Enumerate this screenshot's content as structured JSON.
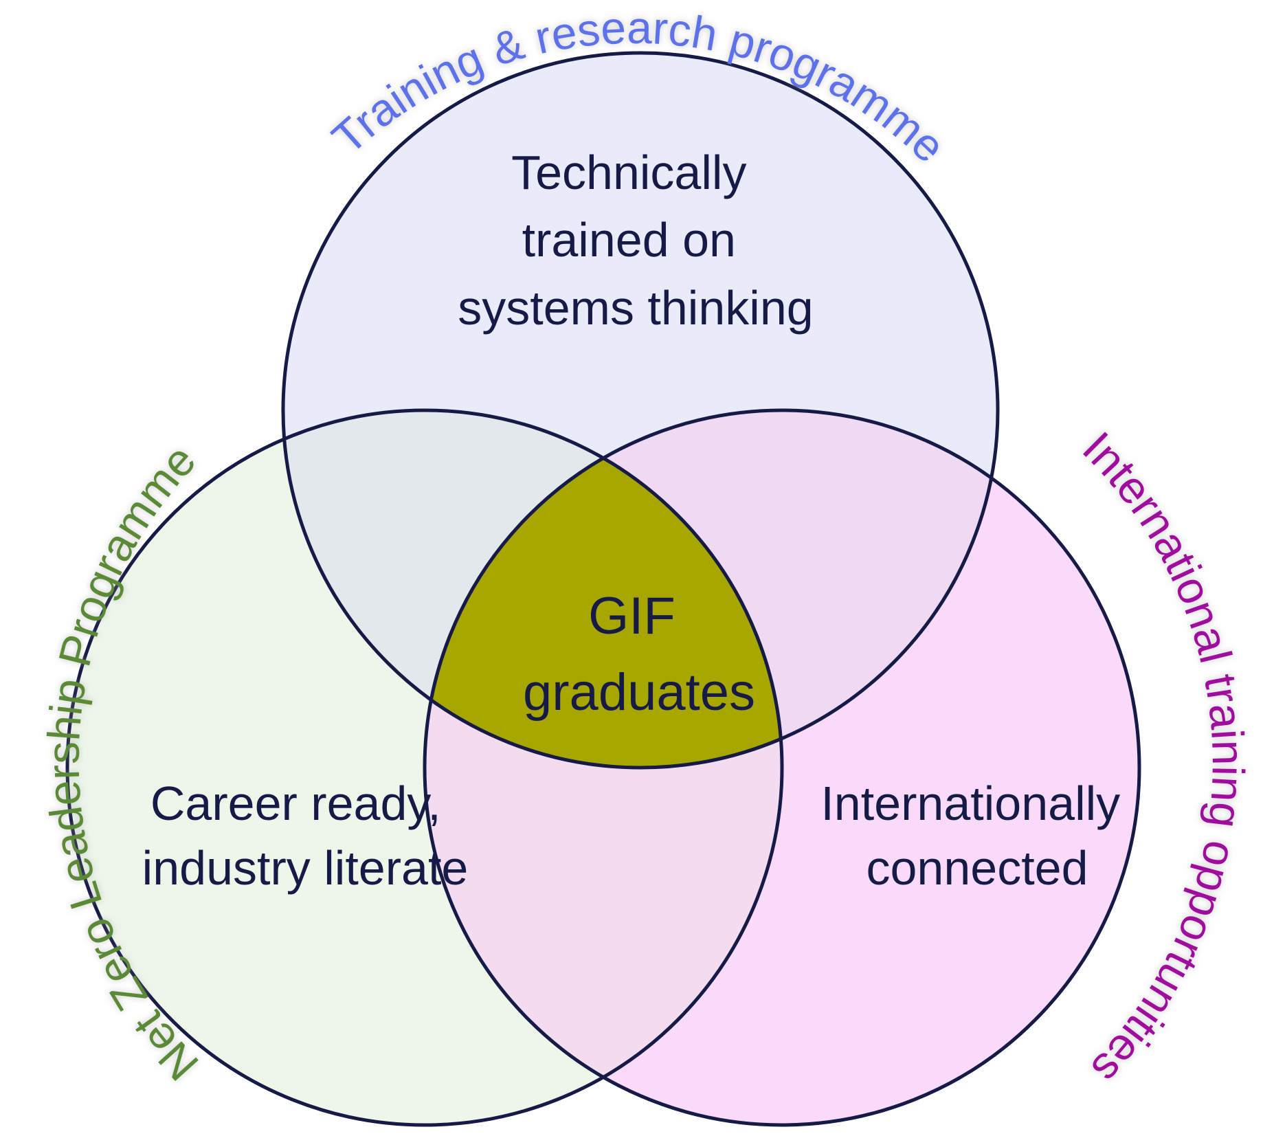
{
  "diagram": {
    "circles": [
      {
        "id": "top",
        "label": "Training & research programme",
        "label_color": "#5d72ea",
        "fill": "#e9ecf8",
        "region_text": [
          "Technically",
          "trained on",
          "systems thinking"
        ]
      },
      {
        "id": "left",
        "label": "Net Zero Leadership Programme",
        "label_color": "#5a8a35",
        "fill": "#eef6ea",
        "region_text": [
          "Career ready,",
          "industry literate"
        ]
      },
      {
        "id": "right",
        "label": "International training opportunities",
        "label_color": "#a0109e",
        "fill": "#f9dbf9",
        "region_text": [
          "Internationally",
          "connected"
        ]
      }
    ],
    "center": {
      "text": [
        "GIF",
        "graduates"
      ],
      "fill": "#a7a700"
    },
    "overlap_colors": {
      "top_left": "#e2e8eb",
      "top_right": "#f0d9f3",
      "left_right": "#f3dcef"
    },
    "stroke_color": "#161a46",
    "text_color": "#161a46"
  }
}
